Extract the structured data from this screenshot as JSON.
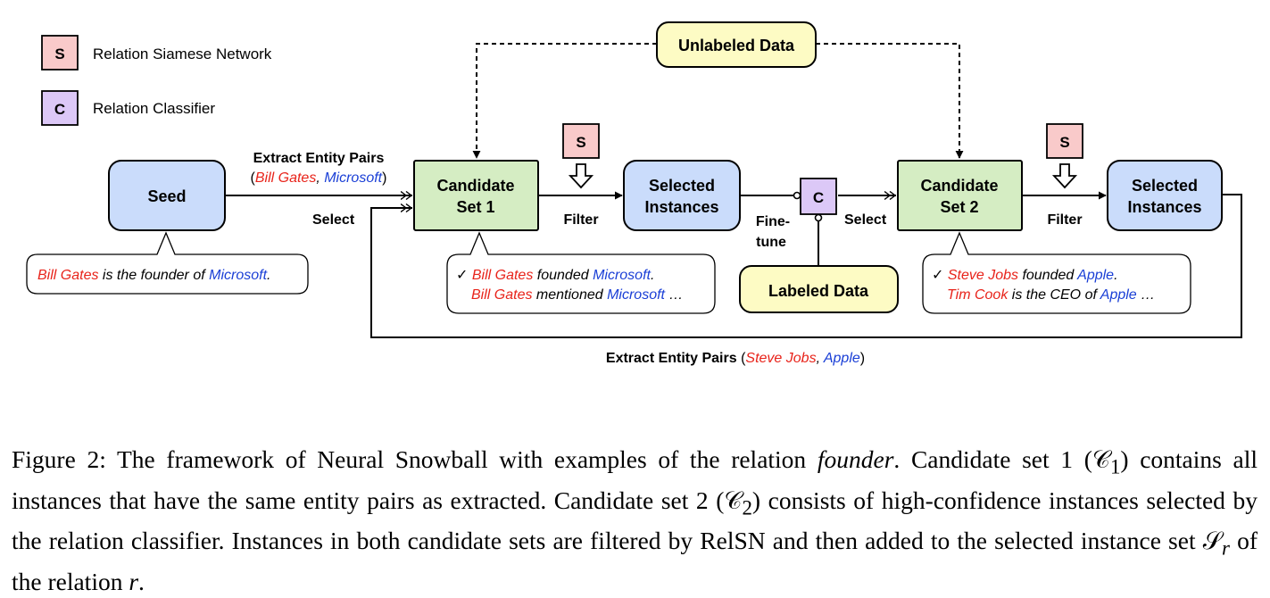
{
  "legend": {
    "s_badge": "S",
    "s_label": "Relation Siamese Network",
    "c_badge": "C",
    "c_label": "Relation Classifier"
  },
  "nodes": {
    "seed": "Seed",
    "candidate1": [
      "Candidate",
      "Set 1"
    ],
    "selected1": [
      "Selected",
      "Instances"
    ],
    "candidate2": [
      "Candidate",
      "Set 2"
    ],
    "selected2": [
      "Selected",
      "Instances"
    ],
    "unlabeled": "Unlabeled Data",
    "labeled": "Labeled Data",
    "c_node": "C",
    "s_node1": "S",
    "s_node2": "S"
  },
  "edges": {
    "extract1": "Extract Entity Pairs",
    "extract1_paren_open": "(",
    "extract1_e1": "Bill Gates",
    "extract1_comma": ", ",
    "extract1_e2": "Microsoft",
    "extract1_paren_close": ")",
    "select1": "Select",
    "filter1": "Filter",
    "finetune": [
      "Fine-",
      "tune"
    ],
    "select2": "Select",
    "filter2": "Filter",
    "extract2": "Extract Entity Pairs",
    "extract2_paren_open": " (",
    "extract2_e1": "Steve Jobs",
    "extract2_comma": ", ",
    "extract2_e2": "Apple",
    "extract2_paren_close": ")"
  },
  "callouts": {
    "seed": {
      "e1": "Bill Gates",
      "mid": " is the founder of ",
      "e2": "Microsoft",
      "end": "."
    },
    "cand1": {
      "line1": {
        "check": "✓ ",
        "e1": "Bill Gates",
        "mid": " founded ",
        "e2": "Microsoft",
        "end": "."
      },
      "line2": {
        "e1": "Bill Gates",
        "mid": " mentioned ",
        "e2": "Microsoft",
        "end": " …"
      }
    },
    "cand2": {
      "line1": {
        "check": "✓ ",
        "e1": "Steve Jobs",
        "mid": " founded ",
        "e2": "Apple",
        "end": "."
      },
      "line2": {
        "e1": "Tim Cook",
        "mid": " is the CEO of ",
        "e2": "Apple",
        "end": " …"
      }
    }
  },
  "caption": {
    "part1": "Figure 2: The framework of Neural Snowball with examples of the relation ",
    "part1_it": "founder",
    "part2": ". Candidate set 1 (",
    "c1_sym": "𝒞",
    "c1_sub": "1",
    "part3": ") contains all instances that have the same entity pairs as extracted. Candidate set 2 (",
    "c2_sym": "𝒞",
    "c2_sub": "2",
    "part4": ") consists of high-confidence instances selected by the relation classifier. Instances in both candidate sets are filtered by RelSN and then added to the selected instance set ",
    "s_sym": "𝒮",
    "s_sub": "r",
    "part5": " of the relation ",
    "r_sym": "r",
    "part6": "."
  },
  "colors": {
    "blue_fill": "#cadcfb",
    "green_fill": "#d5edc3",
    "yellow_fill": "#fdfbc4",
    "pink_fill": "#f9caca",
    "purple_fill": "#dcc8f7",
    "entity_red": "#e8231a",
    "entity_blue": "#1a3fd6"
  }
}
